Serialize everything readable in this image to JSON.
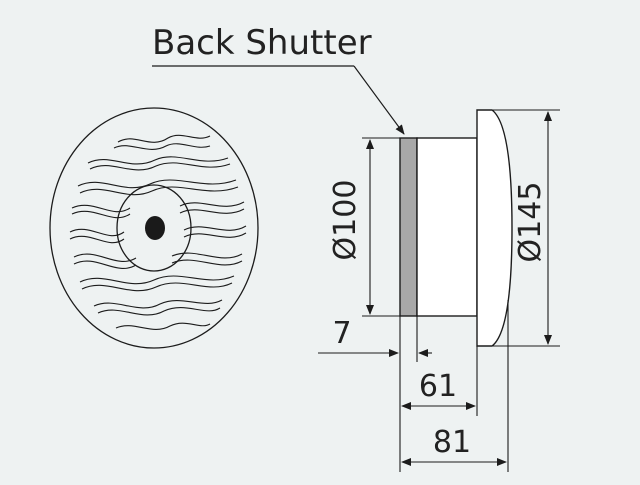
{
  "callout": {
    "label": "Back Shutter"
  },
  "dimensions": {
    "inner_diameter": "Ø100",
    "outer_diameter": "Ø145",
    "shutter_depth": "7",
    "body_depth": "61",
    "total_depth": "81"
  },
  "colors": {
    "background": "#eef2f2",
    "line": "#1c1c1c",
    "shutter_fill": "#a8a8a8"
  }
}
